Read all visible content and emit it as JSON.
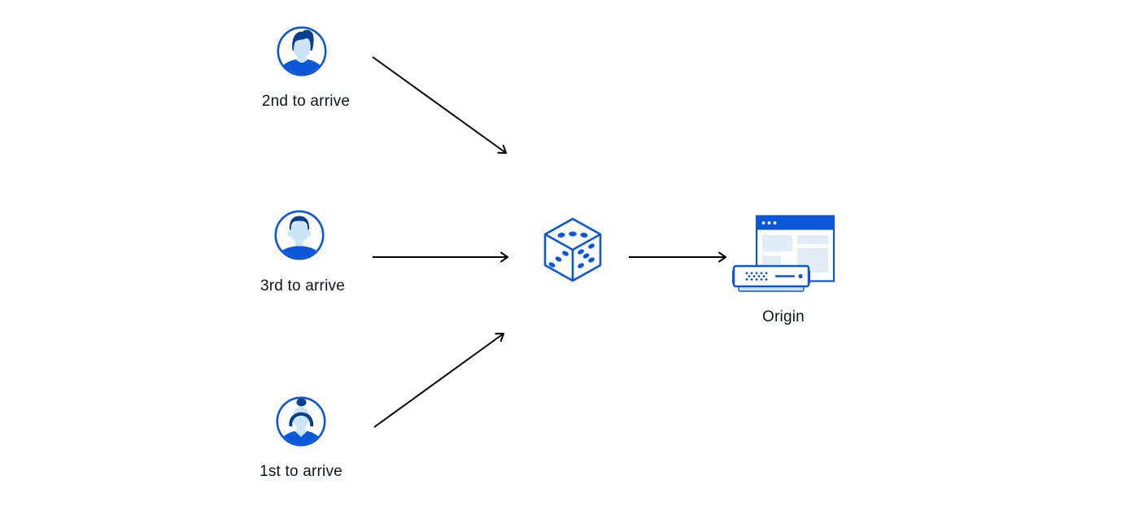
{
  "page": {
    "background": "#ffffff"
  },
  "colors": {
    "primary_blue": "#0b57d8",
    "dark_navy_hair": "#0b3e8f",
    "light_face_blue": "#cde3f6",
    "pale_panel_blue": "#e2edf8",
    "server_base_blue": "#cfe4f6",
    "arrow_black": "#000000",
    "text_color": "#111418"
  },
  "diagram": {
    "nodes": {
      "user_top": {
        "label": "2nd to arrive",
        "icon": "male-avatar-quiff"
      },
      "user_middle": {
        "label": "3rd to arrive",
        "icon": "male-avatar-short-hair"
      },
      "user_bottom": {
        "label": "1st to arrive",
        "icon": "female-avatar-bun"
      },
      "dice": {
        "icon": "dice-random"
      },
      "origin": {
        "label": "Origin",
        "icon": "origin-server-browser"
      }
    },
    "edges": [
      {
        "from": "user_top",
        "to": "dice"
      },
      {
        "from": "user_middle",
        "to": "dice"
      },
      {
        "from": "user_bottom",
        "to": "dice"
      },
      {
        "from": "dice",
        "to": "origin"
      }
    ]
  }
}
